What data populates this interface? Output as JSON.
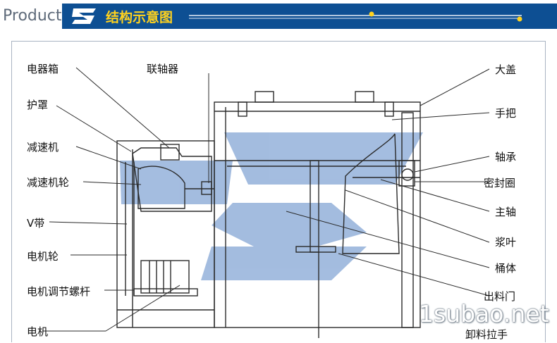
{
  "header": {
    "product_label": "Product",
    "title": "结构示意图"
  },
  "labels_left": [
    "电器箱",
    "护罩",
    "减速机",
    "减速机轮",
    "V带",
    "电机轮",
    "电机调节螺杆",
    "电机"
  ],
  "labels_top": [
    "联轴器"
  ],
  "labels_right": [
    "大盖",
    "手把",
    "轴承",
    "密封圈",
    "主轴",
    "浆叶",
    "桶体",
    "出料门",
    "卸料拉手"
  ],
  "watermark": "1subao.net",
  "colors": {
    "title_bar": "#0d4f93",
    "title_text": "#ffd21e",
    "watermark_shape": "#9fb9de",
    "line": "#2a2a2a"
  }
}
